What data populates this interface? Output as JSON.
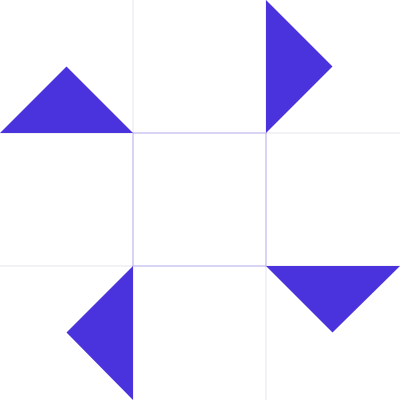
{
  "colors": {
    "background": "#ffffff",
    "accent": "#4a32dc",
    "grid_line": "#b0a8ec",
    "grid_line_faint": "#e6e6ec"
  },
  "pattern": {
    "grid_rows": 3,
    "grid_cols": 3,
    "triangles": [
      "top-left",
      "top-right",
      "bottom-left",
      "bottom-right"
    ]
  }
}
